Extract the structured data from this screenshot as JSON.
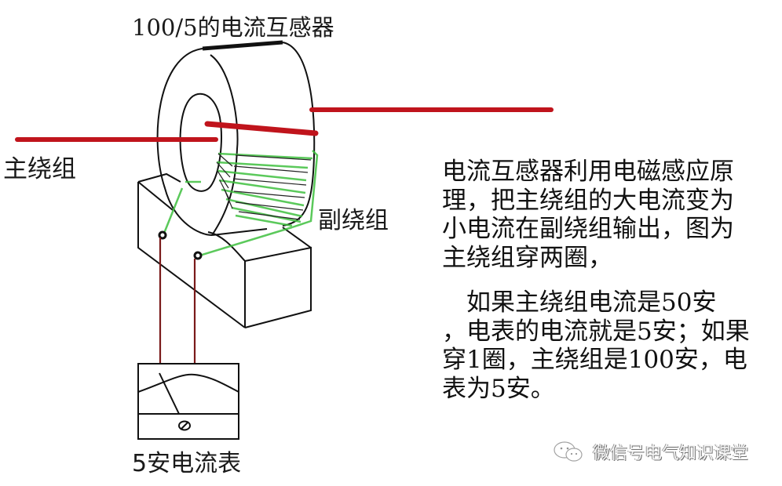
{
  "diagram": {
    "title": "100/5的电流互感器",
    "labels": {
      "primary_winding": "主绕组",
      "secondary_winding": "副绕组",
      "ammeter": "5安电流表"
    },
    "description": {
      "paragraph1_lines": [
        "电流互感器利用电磁感应原",
        "理，把主绕组的大电流变为",
        "小电流在副绕组输出，图为",
        "主绕组穿两圈，"
      ],
      "paragraph2_lines": [
        "　如果主绕组电流是50安",
        "，电表的电流就是5安；如果",
        "穿1圈，主绕组是100安，电",
        "表为5安。"
      ]
    },
    "watermark": {
      "icon": "wechat-icon",
      "text": "微信号电气知识课堂"
    },
    "colors": {
      "primary_conductor": "#c0141c",
      "secondary_winding": "#3fc03f",
      "lead_wires": "#7a1a1a",
      "outline": "#111111"
    }
  }
}
